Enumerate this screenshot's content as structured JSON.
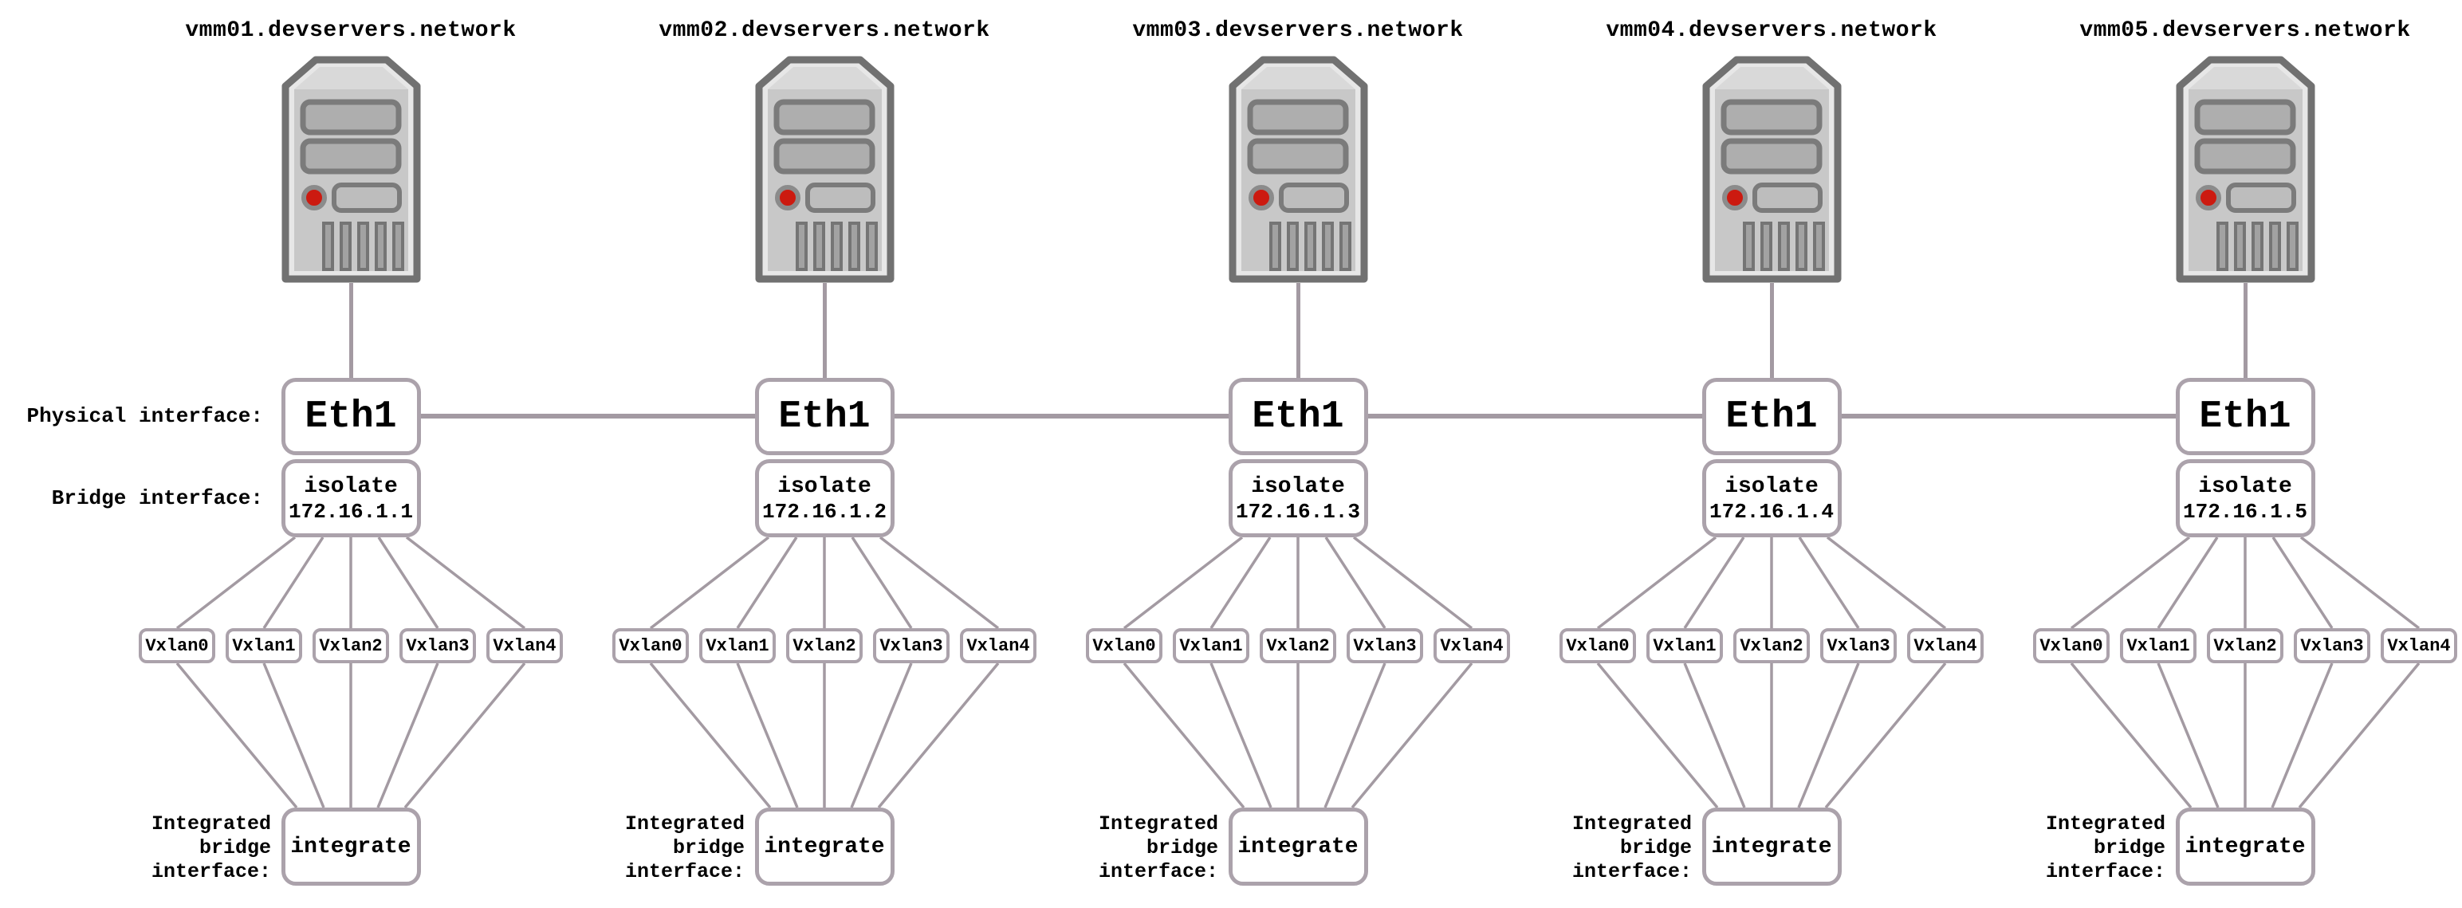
{
  "labels": {
    "physical_interface": "Physical interface:",
    "bridge_interface": "Bridge interface:",
    "integrated_bridge": "Integrated\nbridge\ninterface:"
  },
  "colors": {
    "connector_line": "#a39aa2",
    "node_border": "#aba2ab",
    "node_fill": "#ffffff",
    "text": "#000000",
    "server_body": "#e7e7e7",
    "server_panel": "#c8c8c8",
    "server_outline": "#717171",
    "power_led": "#cc1a10"
  },
  "hosts": [
    {
      "name": "vmm01.devservers.network",
      "physical_interface": "Eth1",
      "bridge_interface": "isolate",
      "bridge_ip": "172.16.1.1",
      "vxlans": [
        "Vxlan0",
        "Vxlan1",
        "Vxlan2",
        "Vxlan3",
        "Vxlan4"
      ],
      "integrated_bridge": "integrate"
    },
    {
      "name": "vmm02.devservers.network",
      "physical_interface": "Eth1",
      "bridge_interface": "isolate",
      "bridge_ip": "172.16.1.2",
      "vxlans": [
        "Vxlan0",
        "Vxlan1",
        "Vxlan2",
        "Vxlan3",
        "Vxlan4"
      ],
      "integrated_bridge": "integrate"
    },
    {
      "name": "vmm03.devservers.network",
      "physical_interface": "Eth1",
      "bridge_interface": "isolate",
      "bridge_ip": "172.16.1.3",
      "vxlans": [
        "Vxlan0",
        "Vxlan1",
        "Vxlan2",
        "Vxlan3",
        "Vxlan4"
      ],
      "integrated_bridge": "integrate"
    },
    {
      "name": "vmm04.devservers.network",
      "physical_interface": "Eth1",
      "bridge_interface": "isolate",
      "bridge_ip": "172.16.1.4",
      "vxlans": [
        "Vxlan0",
        "Vxlan1",
        "Vxlan2",
        "Vxlan3",
        "Vxlan4"
      ],
      "integrated_bridge": "integrate"
    },
    {
      "name": "vmm05.devservers.network",
      "physical_interface": "Eth1",
      "bridge_interface": "isolate",
      "bridge_ip": "172.16.1.5",
      "vxlans": [
        "Vxlan0",
        "Vxlan1",
        "Vxlan2",
        "Vxlan3",
        "Vxlan4"
      ],
      "integrated_bridge": "integrate"
    }
  ]
}
